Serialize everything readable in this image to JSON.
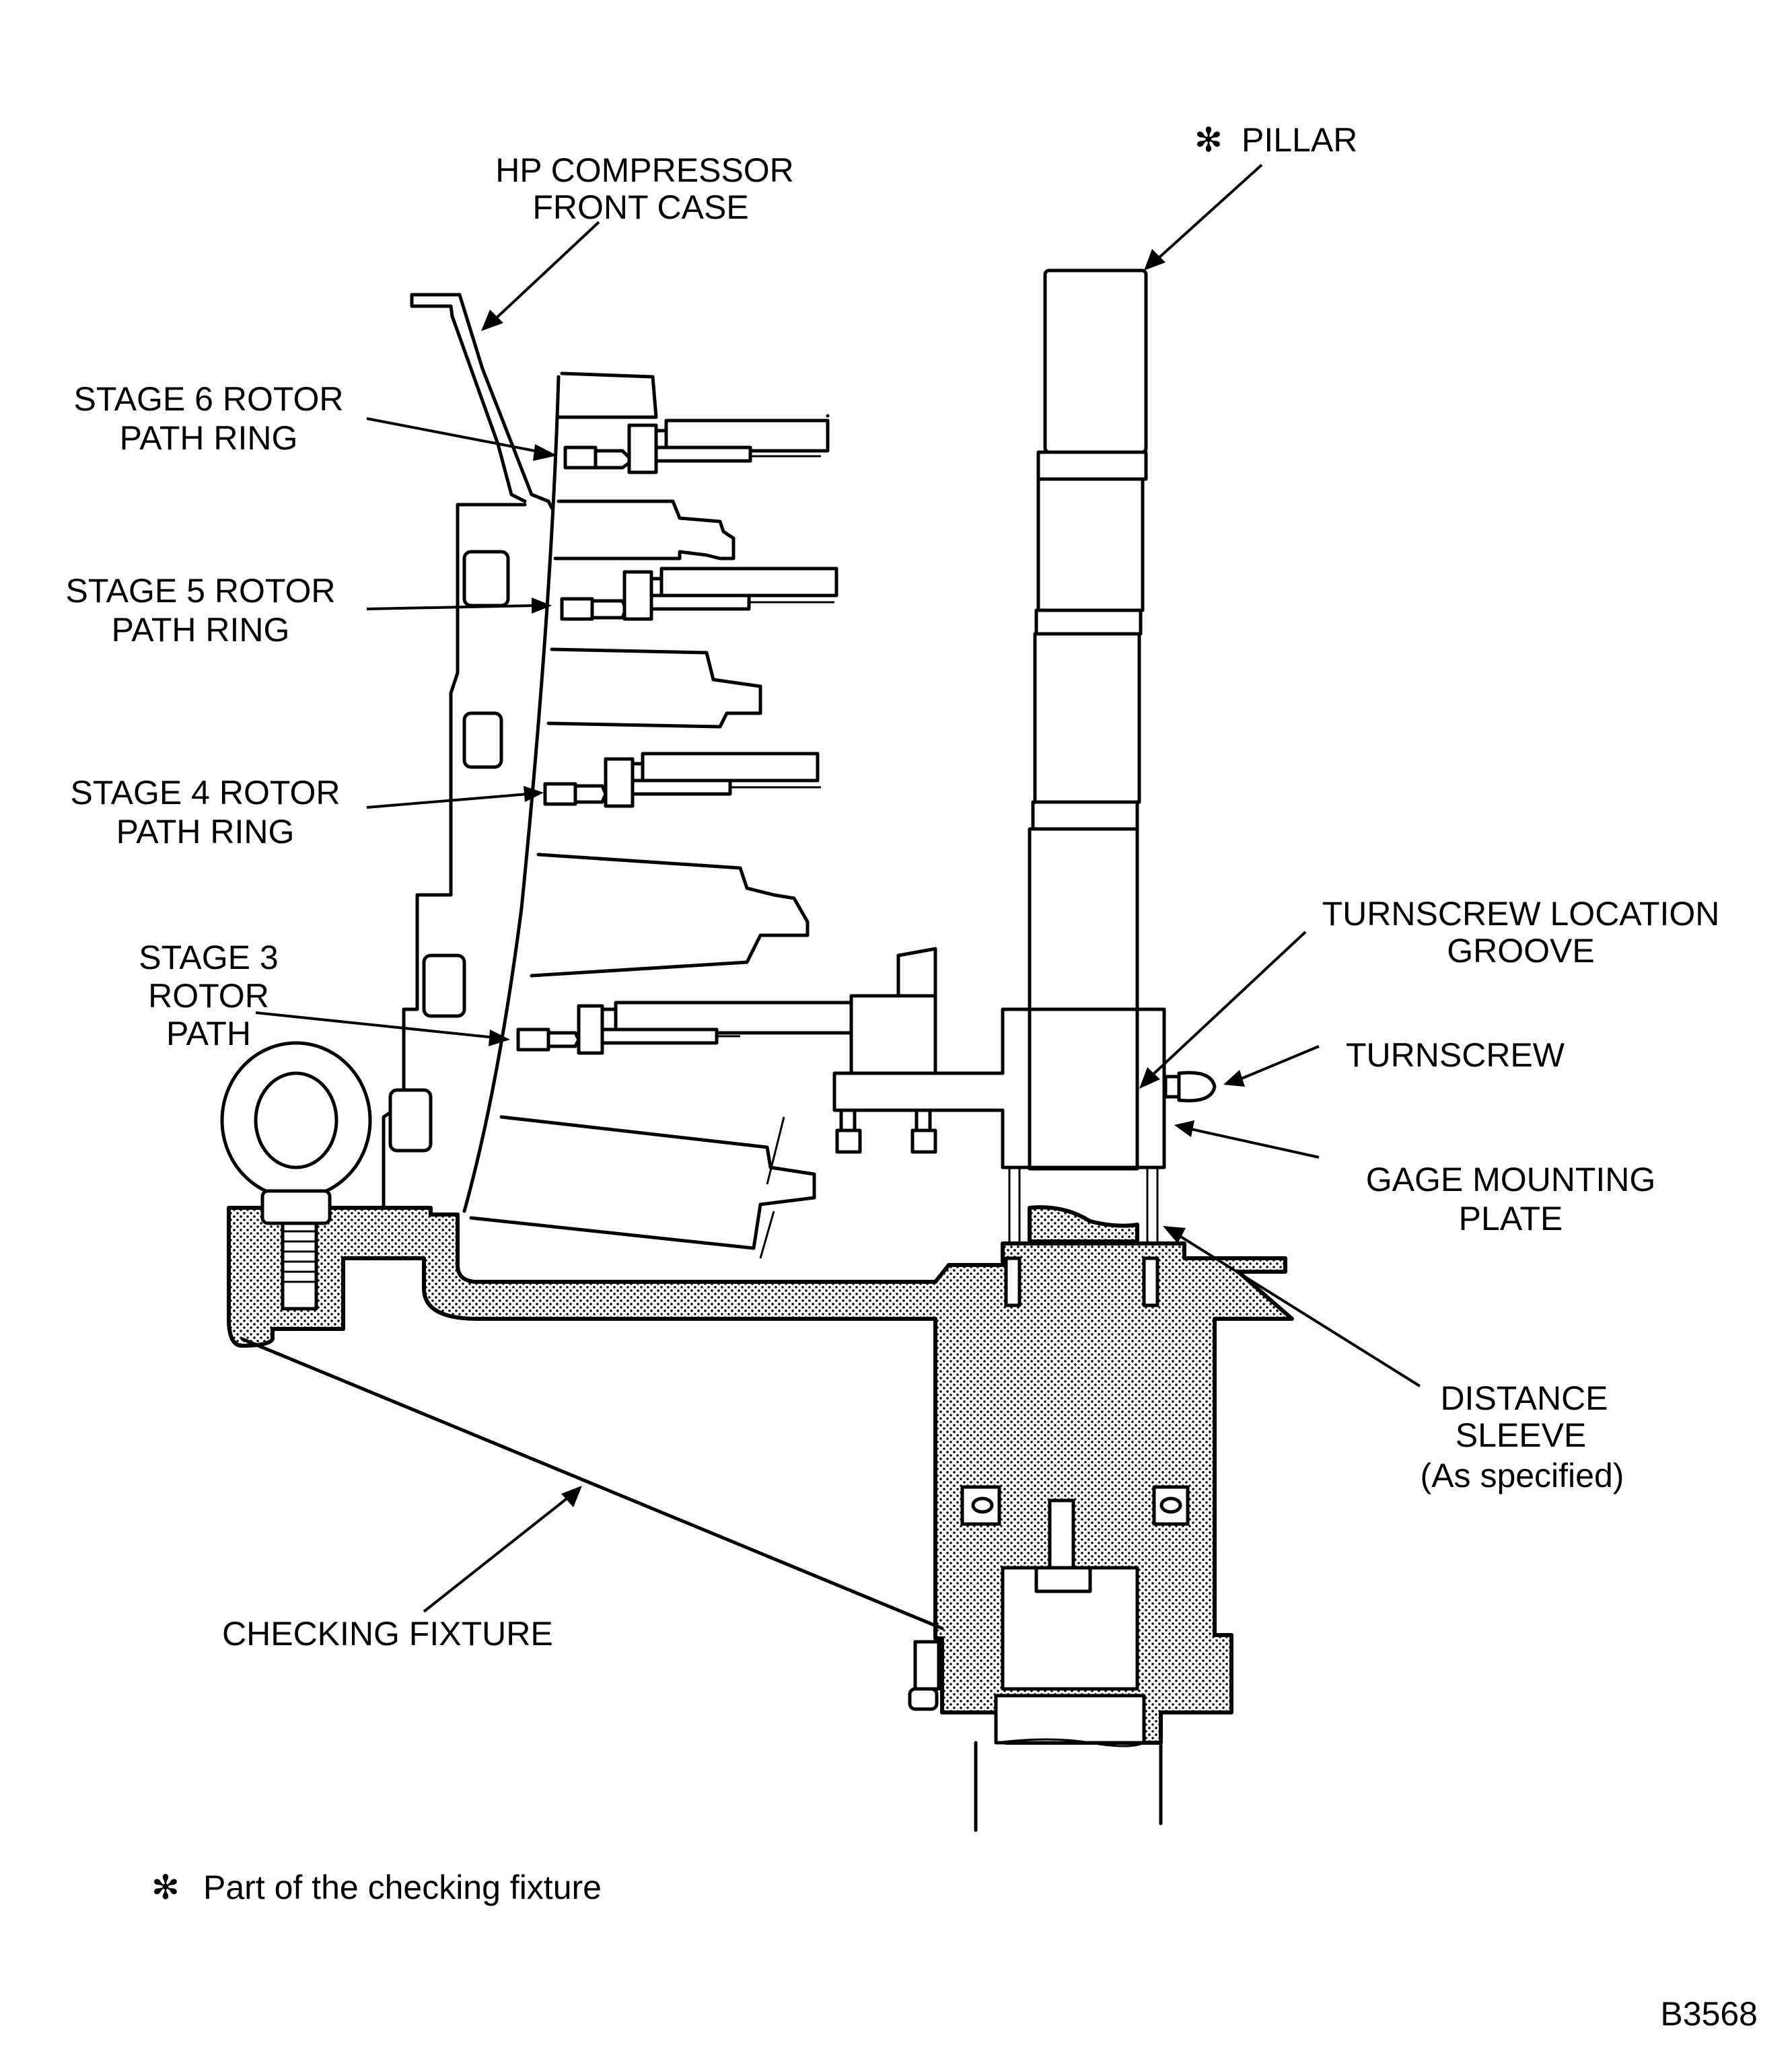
{
  "figure": {
    "id": "B3568",
    "footnote": {
      "marker": "✻",
      "text": "Part of the checking fixture"
    },
    "colors": {
      "ink": "#000000",
      "paper": "#ffffff"
    }
  },
  "labels": {
    "pillar": {
      "marker": "✻",
      "text": "PILLAR"
    },
    "hp_compressor": {
      "line1": "HP COMPRESSOR",
      "line2": "FRONT CASE"
    },
    "stage6": {
      "line1": "STAGE 6 ROTOR",
      "line2": "PATH RING"
    },
    "stage5": {
      "line1": "STAGE 5 ROTOR",
      "line2": "PATH RING"
    },
    "stage4": {
      "line1": "STAGE 4 ROTOR",
      "line2": "PATH RING"
    },
    "stage3": {
      "line1": "STAGE 3",
      "line2": "ROTOR",
      "line3": "PATH"
    },
    "turnscrew_groove": {
      "line1": "TURNSCREW LOCATION",
      "line2": "GROOVE"
    },
    "turnscrew": {
      "text": "TURNSCREW"
    },
    "gage_plate": {
      "line1": "GAGE MOUNTING",
      "line2": "PLATE"
    },
    "distance_sleeve": {
      "line1": "DISTANCE",
      "line2": "SLEEVE",
      "line3": "(As specified)"
    },
    "checking_fixture": {
      "text": "CHECKING FIXTURE"
    }
  }
}
